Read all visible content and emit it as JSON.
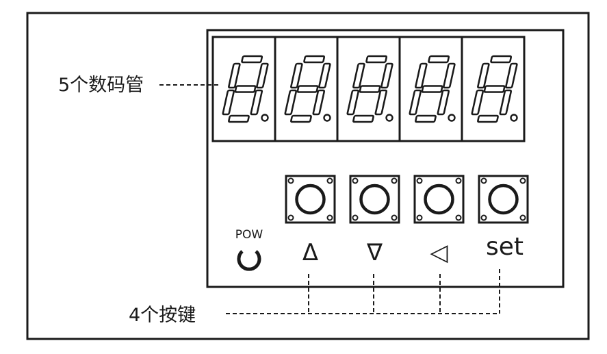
{
  "labels": {
    "display_label": "5个数码管",
    "keys_label": "4个按键",
    "power_label": "POW"
  },
  "display": {
    "digit_count": 5,
    "segment_style": "outlined-8-with-dot"
  },
  "buttons": [
    {
      "symbol": "Δ",
      "meaning": "up"
    },
    {
      "symbol": "∇",
      "meaning": "down"
    },
    {
      "symbol": "◁",
      "meaning": "left"
    },
    {
      "symbol": "set",
      "meaning": "set"
    }
  ],
  "colors": {
    "stroke": "#1a1a1a",
    "background": "#ffffff"
  }
}
